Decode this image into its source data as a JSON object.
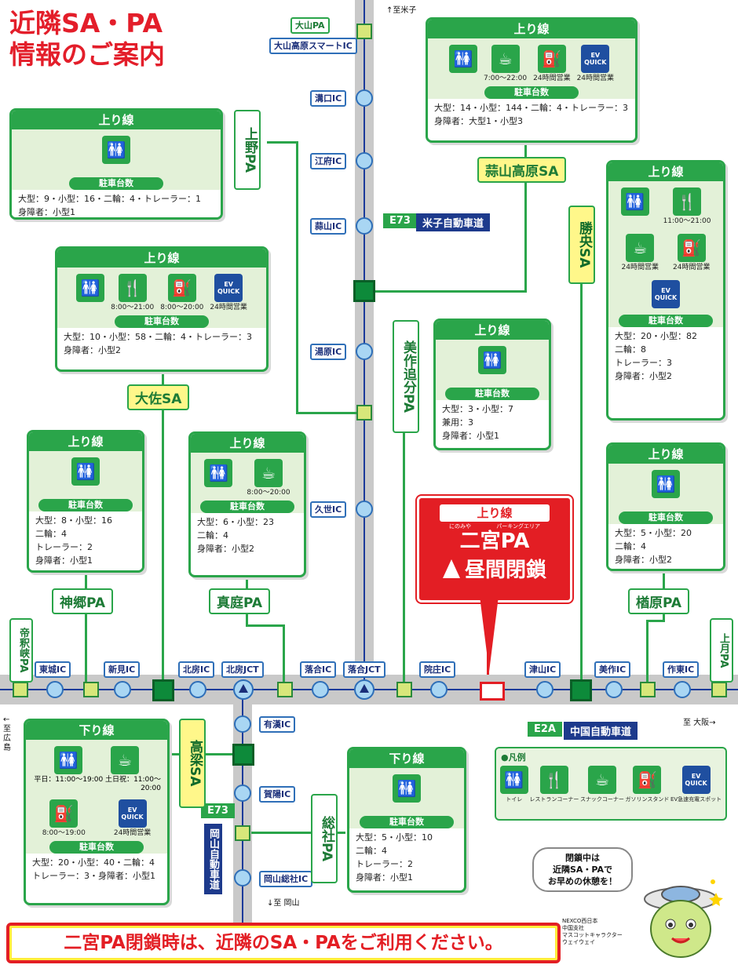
{
  "title": [
    "近隣SA・PA",
    "情報のご案内"
  ],
  "directions": {
    "north": "↑至米子",
    "south": "↓至 岡山",
    "east": "至 大阪→",
    "west": "←至 広島"
  },
  "roads": {
    "vertical_code": "E73",
    "vertical_name": "米子自動車道",
    "horizontal_code": "E2A",
    "horizontal_name": "中国自動車道",
    "south_code": "E73",
    "south_name": "岡山自動車道"
  },
  "vertical_ics": [
    "大山PA",
    "大山高原スマートIC",
    "溝口IC",
    "江府IC",
    "蒜山IC",
    "湯原IC",
    "久世IC"
  ],
  "horizontal_ics": [
    "東城IC",
    "新見IC",
    "北房IC",
    "北房JCT",
    "落合IC",
    "落合JCT",
    "院庄IC",
    "津山IC",
    "美作IC",
    "作東IC"
  ],
  "south_ics": [
    "有漢IC",
    "賀陽IC",
    "岡山総社IC"
  ],
  "facility_labels": {
    "ueno": "上野PA",
    "hiruzen": "蒜山高原SA",
    "katsuo": "勝央SA",
    "osa": "大佐SA",
    "mimasaka": "美作追分PA",
    "jingo": "神郷PA",
    "maniwa": "真庭PA",
    "nara": "楢原PA",
    "taishaku": "帝釈峡PA",
    "kozuki": "上月PA",
    "takahashi": "高梁SA",
    "soja": "総社PA"
  },
  "cards": {
    "ueno": {
      "dir": "上り線",
      "parking_label": "駐車台数",
      "lines": [
        "大型：9・小型：16・二輪：4・トレーラー：1",
        "身障者：小型1"
      ]
    },
    "hiruzen": {
      "dir": "上り線",
      "caps": [
        "",
        "7:00〜22:00",
        "24時間営業",
        "24時間営業"
      ],
      "parking_label": "駐車台数",
      "lines": [
        "大型：14・小型：144・二輪：4・トレーラー：3",
        "身障者：大型1・小型3"
      ]
    },
    "osa": {
      "dir": "上り線",
      "caps": [
        "",
        "8:00〜21:00",
        "8:00〜20:00",
        "24時間営業"
      ],
      "parking_label": "駐車台数",
      "lines": [
        "大型：10・小型：58・二輪：4・トレーラー：3",
        "身障者：小型2"
      ]
    },
    "katsuo": {
      "dir": "上り線",
      "caps": [
        "",
        "11:00〜21:00",
        "24時間営業",
        "24時間営業"
      ],
      "parking_label": "駐車台数",
      "lines": [
        "大型：20・小型：82",
        "二輪：8",
        "トレーラー：3",
        "身障者：小型2"
      ]
    },
    "mimasaka": {
      "dir": "上り線",
      "parking_label": "駐車台数",
      "lines": [
        "大型：3・小型：7",
        "兼用：3",
        "身障者：小型1"
      ]
    },
    "jingo": {
      "dir": "上り線",
      "parking_label": "駐車台数",
      "lines": [
        "大型：8・小型：16",
        "二輪：4",
        "トレーラー：2",
        "身障者：小型1"
      ]
    },
    "maniwa": {
      "dir": "上り線",
      "caps": [
        "",
        "8:00〜20:00"
      ],
      "parking_label": "駐車台数",
      "lines": [
        "大型：6・小型：23",
        "二輪：4",
        "身障者：小型2"
      ]
    },
    "nara": {
      "dir": "上り線",
      "parking_label": "駐車台数",
      "lines": [
        "大型：5・小型：20",
        "二輪：4",
        "身障者：小型2"
      ]
    },
    "takahashi": {
      "dir": "下り線",
      "caps": [
        "",
        "平日：11:00〜19:00 土日祝：11:00〜20:00",
        "8:00〜19:00",
        "24時間営業"
      ],
      "parking_label": "駐車台数",
      "lines": [
        "大型：20・小型：40・二輪：4",
        "トレーラー：3・身障者：小型1"
      ]
    },
    "soja": {
      "dir": "下り線",
      "parking_label": "駐車台数",
      "lines": [
        "大型：5・小型：10",
        "二輪：4",
        "トレーラー：2",
        "身障者：小型1"
      ]
    }
  },
  "closed": {
    "dir": "上り線",
    "furigana": "にのみや",
    "sub": "パーキングエリア",
    "name": "二宮PA",
    "status": "昼間閉鎖"
  },
  "legend": {
    "title": "●凡例",
    "items": [
      "トイレ",
      "レストランコーナー",
      "スナックコーナー",
      "ガソリンスタンド",
      "EV急速充電スポット"
    ]
  },
  "ev_text": "EV QUICK",
  "mascot": {
    "bubble": [
      "閉鎖中は",
      "近隣SA・PAで",
      "お早めの休憩を！"
    ],
    "credit": [
      "NEXCO西日本",
      "中国支社",
      "マスコットキャラクター",
      "ウェイウェイ"
    ]
  },
  "banner": "二宮PA閉鎖時は、近隣のSA・PAをご利用ください。",
  "colors": {
    "green": "#2aa54a",
    "red": "#e31e24",
    "navy": "#1d3a8c"
  }
}
